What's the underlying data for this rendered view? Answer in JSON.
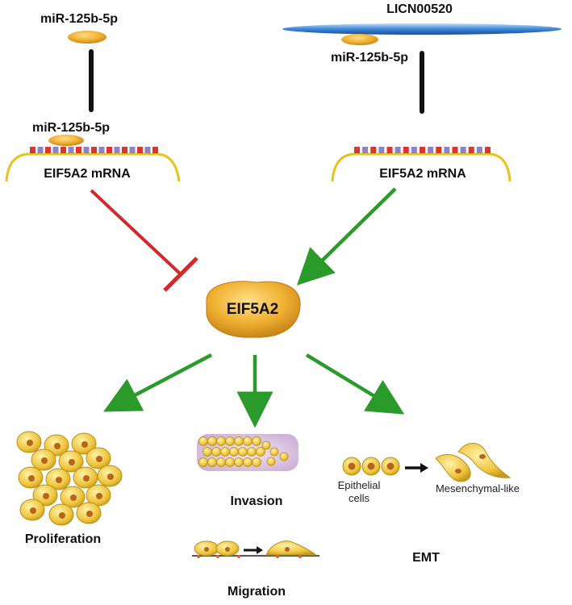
{
  "labels": {
    "mir_top_left": "miR-125b-5p",
    "mir_bound_left": "miR-125b-5p",
    "mrna_left": "EIF5A2 mRNA",
    "lncrna": "LICN00520",
    "mir_bound_right": "miR-125b-5p",
    "mrna_right": "EIF5A2 mRNA",
    "protein": "EIF5A2",
    "proliferation": "Proliferation",
    "invasion": "Invasion",
    "migration": "Migration",
    "epithelial": "Epithelial",
    "cells": "cells",
    "mesenchymal": "Mesenchymal-like",
    "emt": "EMT"
  },
  "colors": {
    "inhibit": "#d02a2a",
    "activate": "#2a9a2a",
    "mirna": "#e8a82c",
    "lncrna": "#2f6fc4",
    "mrna_line": "#e8c21e",
    "cell_fill": "#e9c33a",
    "cell_nucleus": "#b5661c"
  }
}
